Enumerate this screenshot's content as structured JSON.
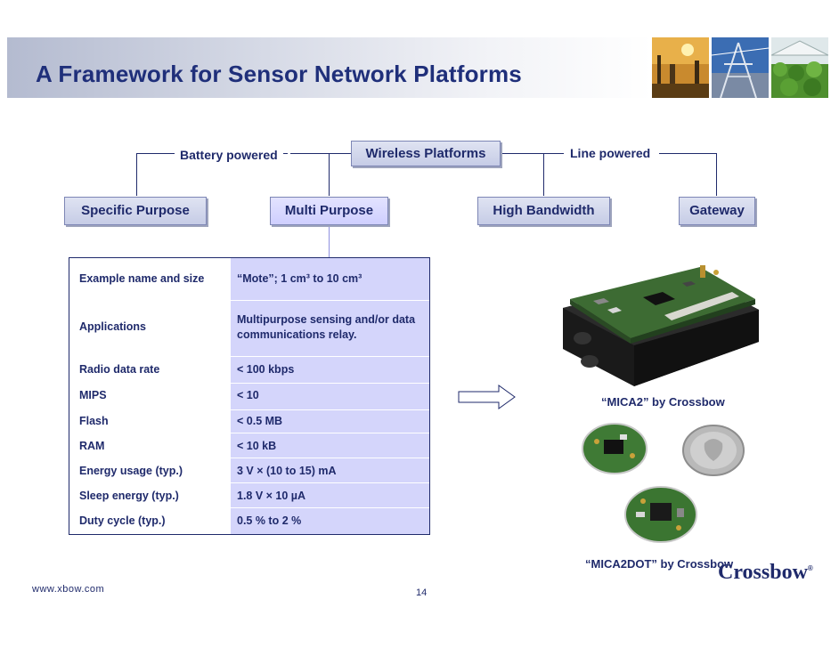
{
  "slide": {
    "title": "A Framework for Sensor Network Platforms",
    "footer_url": "www.xbow.com",
    "page_number": "14"
  },
  "tree": {
    "root": "Wireless Platforms",
    "battery_label": "Battery powered",
    "line_label": "Line powered",
    "nodes": [
      "Specific Purpose",
      "Multi Purpose",
      "High Bandwidth",
      "Gateway"
    ]
  },
  "table": {
    "rows": [
      {
        "label": "Example name and size",
        "value": "“Mote”; 1 cm³ to 10 cm³"
      },
      {
        "label": "Applications",
        "value": "Multipurpose sensing and/or data communications relay."
      },
      {
        "label": "Radio data rate",
        "value": "< 100 kbps"
      },
      {
        "label": "MIPS",
        "value": "< 10"
      },
      {
        "label": "Flash",
        "value": "< 0.5 MB"
      },
      {
        "label": "RAM",
        "value": "< 10 kB"
      },
      {
        "label": "Energy usage (typ.)",
        "value": "3 V × (10 to 15) mA"
      },
      {
        "label": "Sleep energy (typ.)",
        "value": "1.8 V × 10 µA"
      },
      {
        "label": "Duty cycle (typ.)",
        "value": "0.5 % to 2 %"
      }
    ]
  },
  "captions": {
    "mica2": "“MICA2” by Crossbow",
    "mica2dot": "“MICA2DOT” by Crossbow"
  },
  "logo": {
    "text": "Crossbow",
    "mark": "®"
  },
  "colors": {
    "text": "#1f2a6b",
    "highlight": "#d4d5fb",
    "box": "#c6cce6"
  }
}
